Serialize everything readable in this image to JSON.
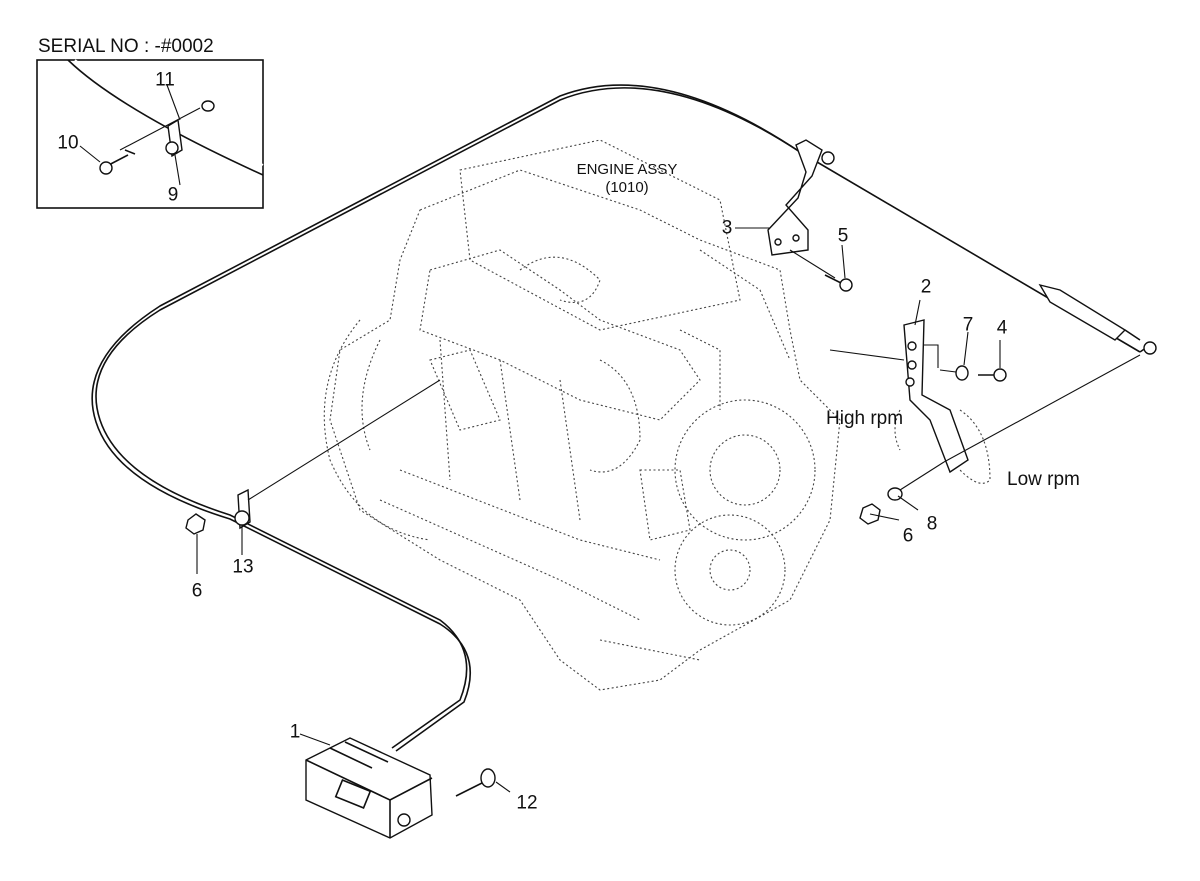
{
  "inset": {
    "serial_label": "SERIAL NO : -#0002",
    "callouts": [
      "11",
      "10",
      "9"
    ]
  },
  "engine": {
    "title": "ENGINE ASSY",
    "code": "(1010)"
  },
  "callouts": {
    "c1": "1",
    "c2": "2",
    "c3": "3",
    "c4": "4",
    "c5": "5",
    "c6a": "6",
    "c6b": "6",
    "c7": "7",
    "c8": "8",
    "c12": "12",
    "c13": "13"
  },
  "notes": {
    "high": "High rpm",
    "low": "Low rpm"
  }
}
